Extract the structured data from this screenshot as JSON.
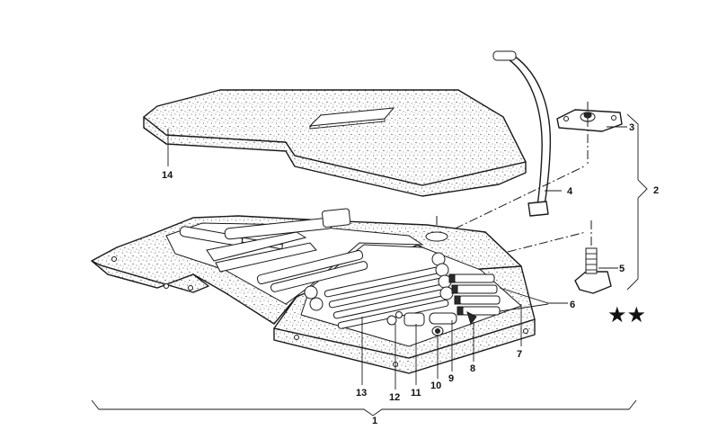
{
  "diagram": {
    "callouts": {
      "c1": "1",
      "c2": "2",
      "c3": "3",
      "c4": "4",
      "c5": "5",
      "c6": "6",
      "c7": "7",
      "c8": "8",
      "c9": "9",
      "c10": "10",
      "c11": "11",
      "c12": "12",
      "c13": "13",
      "c14": "14"
    },
    "stars": "★★"
  }
}
